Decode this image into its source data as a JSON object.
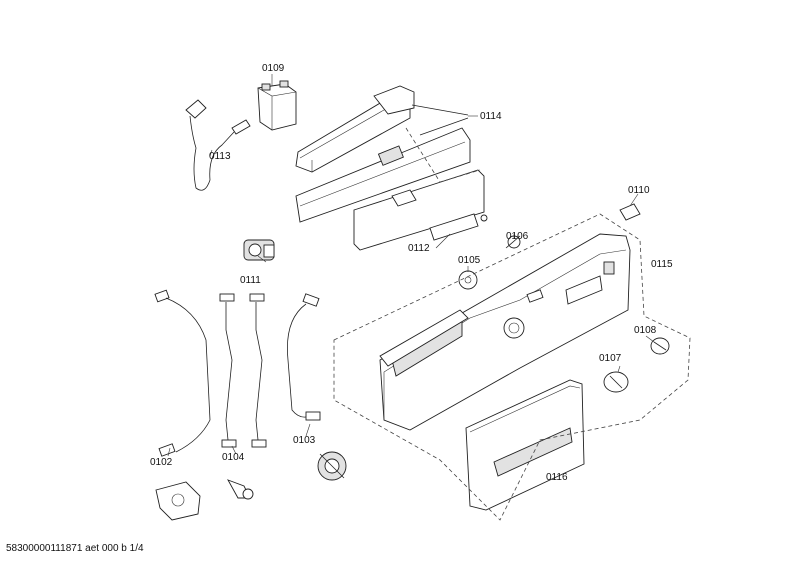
{
  "parts": [
    {
      "id": "p0102",
      "label": "0102"
    },
    {
      "id": "p0103",
      "label": "0103"
    },
    {
      "id": "p0104",
      "label": "0104"
    },
    {
      "id": "p0105",
      "label": "0105"
    },
    {
      "id": "p0106",
      "label": "0106"
    },
    {
      "id": "p0107",
      "label": "0107"
    },
    {
      "id": "p0108",
      "label": "0108"
    },
    {
      "id": "p0109",
      "label": "0109"
    },
    {
      "id": "p0110",
      "label": "0110"
    },
    {
      "id": "p0111",
      "label": "0111"
    },
    {
      "id": "p0112",
      "label": "0112"
    },
    {
      "id": "p0113",
      "label": "0113"
    },
    {
      "id": "p0114",
      "label": "0114"
    },
    {
      "id": "p0115",
      "label": "0115"
    },
    {
      "id": "p0116",
      "label": "0116"
    }
  ],
  "footer": "58300000111871 aet 000 b 1/4"
}
